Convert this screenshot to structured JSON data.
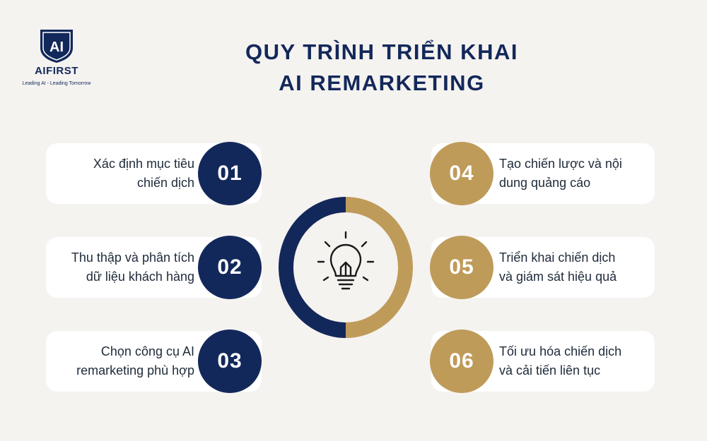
{
  "logo": {
    "mark": "AI",
    "name": "AIFIRST",
    "tagline": "Leading AI - Leading Tomorrow"
  },
  "title": {
    "line1": "QUY TRÌNH TRIỂN KHAI",
    "line2": "AI REMARKETING"
  },
  "steps": [
    {
      "number": "01",
      "text_line1": "Xác định mục tiêu",
      "text_line2": "chiến dịch"
    },
    {
      "number": "02",
      "text_line1": "Thu thập và phân tích",
      "text_line2": "dữ liệu khách hàng"
    },
    {
      "number": "03",
      "text_line1": "Chọn công cụ AI",
      "text_line2": "remarketing phù hợp"
    },
    {
      "number": "04",
      "text_line1": "Tạo chiến lược và nội",
      "text_line2": "dung quảng cáo"
    },
    {
      "number": "05",
      "text_line1": "Triển khai chiến dịch",
      "text_line2": "và giám sát hiệu quả"
    },
    {
      "number": "06",
      "text_line1": "Tối ưu hóa chiến dịch",
      "text_line2": "và cải tiến liên tục"
    }
  ],
  "center": {
    "icon": "lightbulb-icon"
  },
  "colors": {
    "navy": "#13285a",
    "gold": "#bf9b5a",
    "background": "#f5f3f0",
    "card": "#ffffff"
  }
}
